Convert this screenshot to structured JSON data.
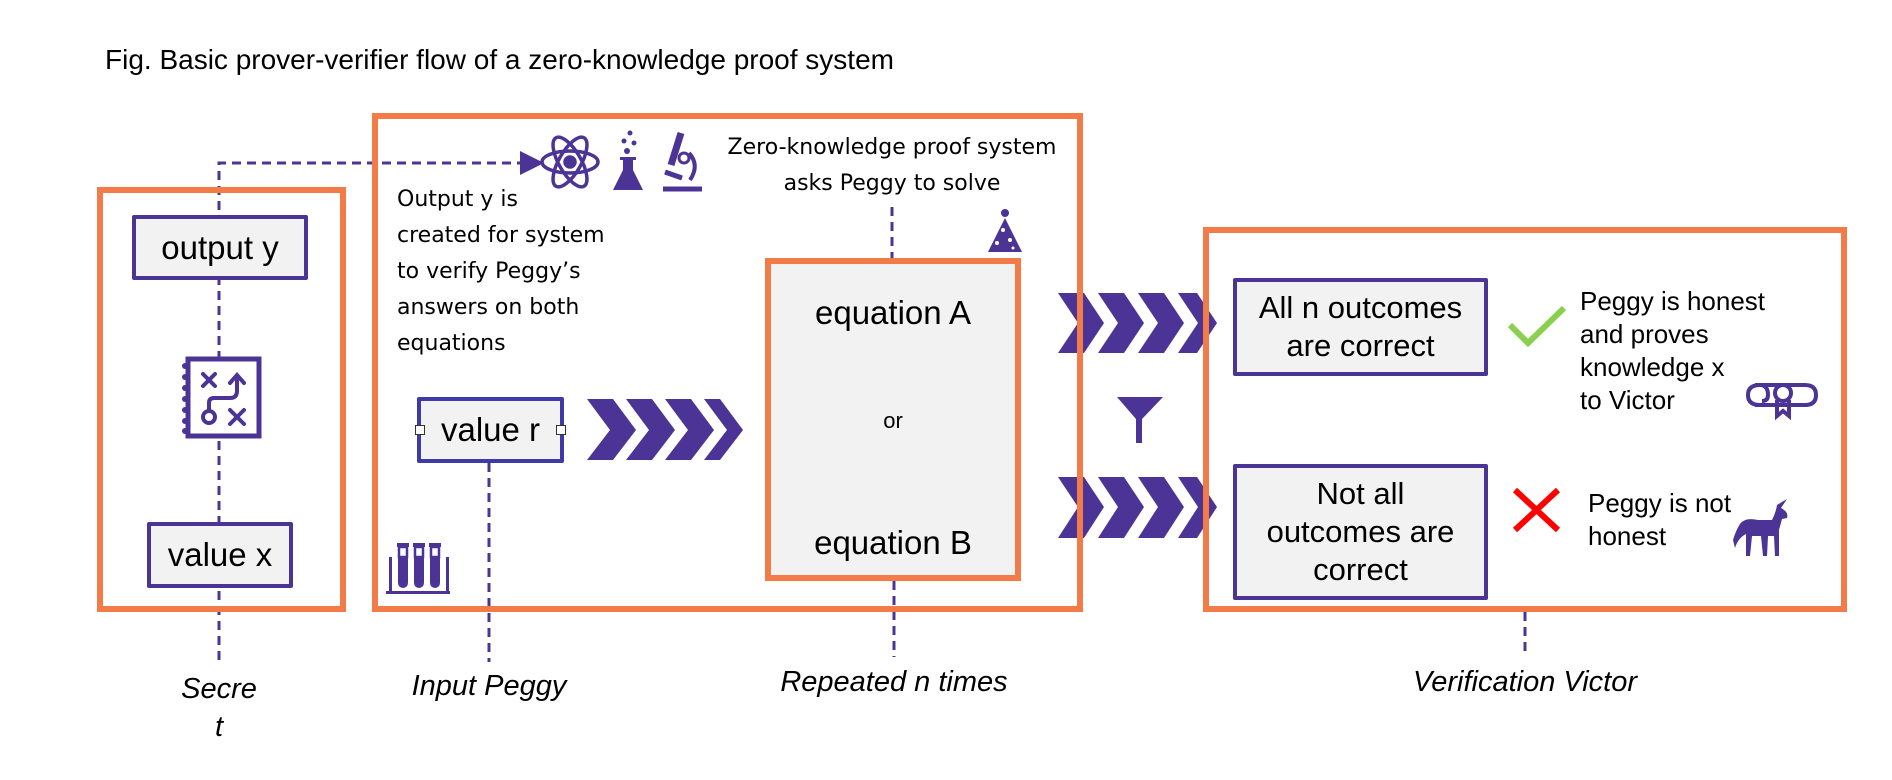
{
  "title": "Fig. Basic prover-verifier flow of a zero-knowledge proof system",
  "colors": {
    "frame": "#F27B47",
    "accent": "#4B3495",
    "box_fill": "#F2F2F2",
    "check": "#8ACF4E",
    "cross": "#FF0000",
    "cycle": "#A8A8A8"
  },
  "secret": {
    "output_box": "output y",
    "value_box": "value x",
    "icon": "strategy-plan-icon",
    "label_line1": "Secre",
    "label_line2": "t"
  },
  "input": {
    "note_lines": [
      "Output y is",
      "created for system",
      "to verify Peggy’s",
      "answers on both",
      "equations"
    ],
    "value_box": "value r",
    "icons": [
      "atom-icon",
      "flask-icon",
      "microscope-icon",
      "test-tubes-icon"
    ],
    "label": "Input Peggy"
  },
  "challenge": {
    "note_lines": [
      "Zero-knowledge proof system",
      "asks Peggy to solve"
    ],
    "equation_a": "equation A",
    "connector": "or",
    "equation_b": "equation B",
    "icons": [
      "party-hat-icon",
      "cycle-arrows-icon"
    ],
    "label": "Repeated n times"
  },
  "verification": {
    "pass_box": "All n outcomes are correct",
    "pass_lines": [
      "All n outcomes",
      "are correct"
    ],
    "fail_lines": [
      "Not all",
      "outcomes are",
      "correct"
    ],
    "pass_result_lines": [
      "Peggy is honest",
      "and proves",
      "knowledge x",
      "to Victor"
    ],
    "fail_result_lines": [
      "Peggy is not",
      "honest"
    ],
    "icons": [
      "funnel-icon",
      "check-icon",
      "cross-icon",
      "diploma-icon",
      "unicorn-icon"
    ],
    "label": "Verification Victor"
  }
}
